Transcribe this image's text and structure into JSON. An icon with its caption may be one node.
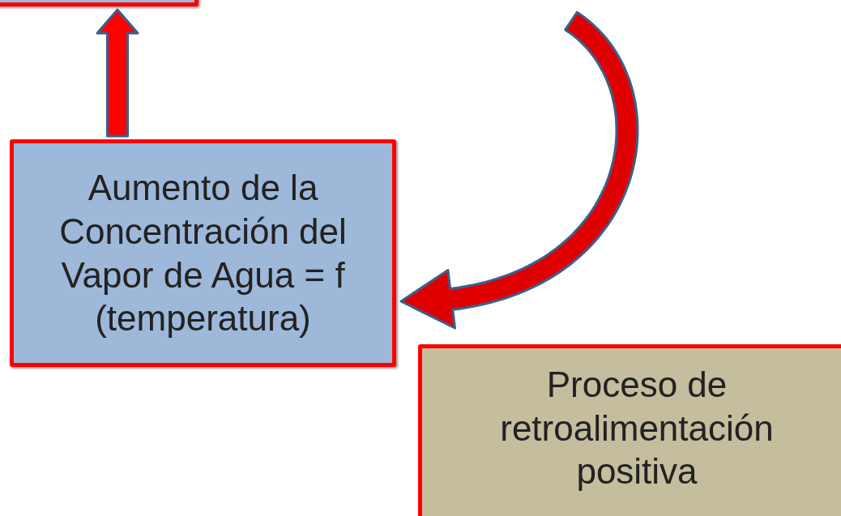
{
  "diagram": {
    "nodes": [
      {
        "text": [],
        "shape": "box"
      },
      {
        "text": [
          "Aumento de la Concentración del Vapor de Agua = f (temperatura)"
        ]
      },
      {
        "text": [
          "Proceso de retroalimentación positiva"
        ]
      }
    ],
    "edges": [
      {
        "from": 1,
        "to": 0,
        "arrow": "to",
        "style": "thick"
      },
      {
        "from": null,
        "to": 1,
        "arrow": "to",
        "style": "thick"
      }
    ]
  }
}
